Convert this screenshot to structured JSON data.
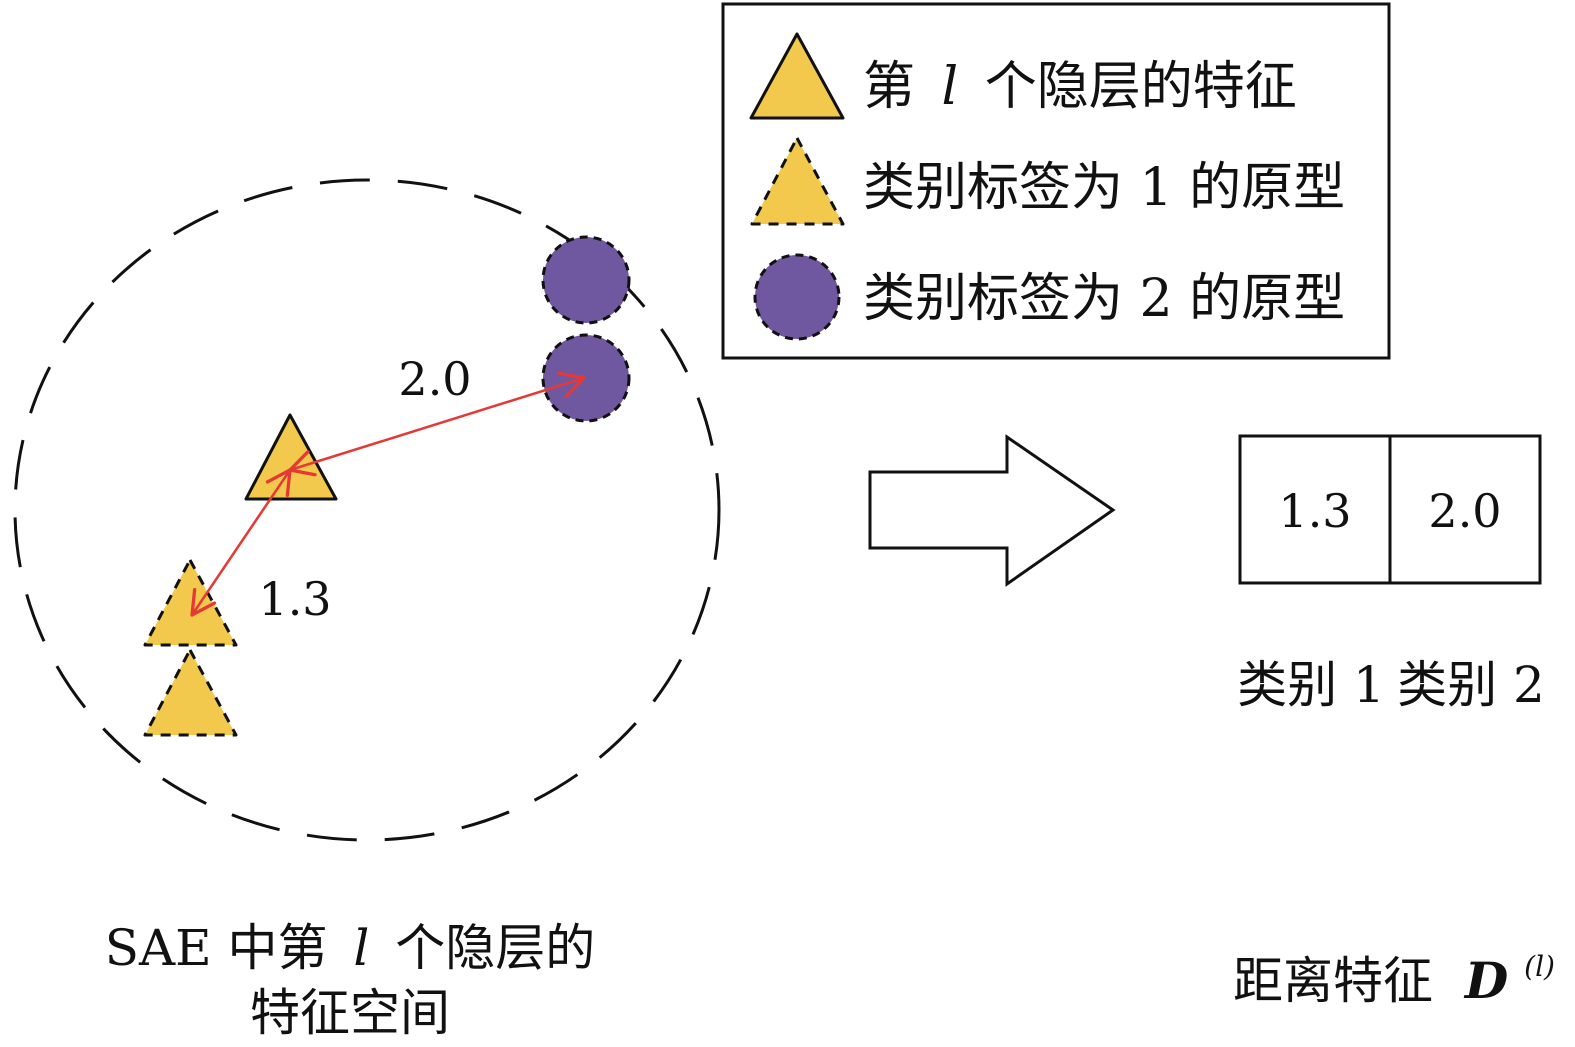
{
  "legend": {
    "items": [
      {
        "prefix": "第",
        "variable": "l",
        "suffix": "个隐层的特征"
      },
      {
        "text": "类别标签为 1 的原型"
      },
      {
        "text": "类别标签为 2 的原型"
      }
    ]
  },
  "feature_space": {
    "distance_to_class2": "2.0",
    "distance_to_class1": "1.3",
    "caption": {
      "line1_prefix": "SAE 中第",
      "line1_variable": "l",
      "line1_suffix": "个隐层的",
      "line2": "特征空间"
    }
  },
  "distance_feature": {
    "values": [
      "1.3",
      "2.0"
    ],
    "class_labels": [
      "类别 1",
      "类别 2"
    ],
    "caption_prefix": "距离特征",
    "symbol": "D",
    "superscript": "(l)"
  },
  "colors": {
    "feature_triangle": "#F2C94C",
    "class2_circle": "#6F58A0",
    "distance_arrow": "#E53935",
    "outline": "#111111"
  }
}
